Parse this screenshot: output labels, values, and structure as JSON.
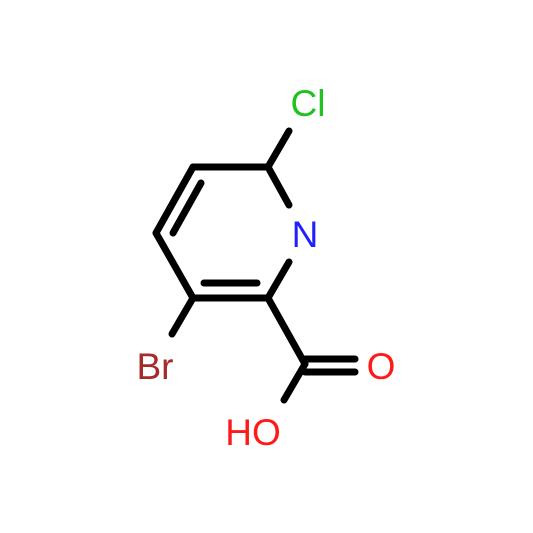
{
  "molecule": {
    "atoms": {
      "chlorine": {
        "label": "Cl",
        "color": "#1fc21f"
      },
      "nitrogen": {
        "label": "N",
        "color": "#2020ff"
      },
      "bromine": {
        "label": "Br",
        "color": "#a52a2a"
      },
      "carbonyl_oxygen": {
        "label": "O",
        "color": "#ff1a1a"
      },
      "hydroxyl": {
        "label": "HO",
        "color": "#ff1a1a"
      }
    },
    "bond_color": "#000000"
  }
}
